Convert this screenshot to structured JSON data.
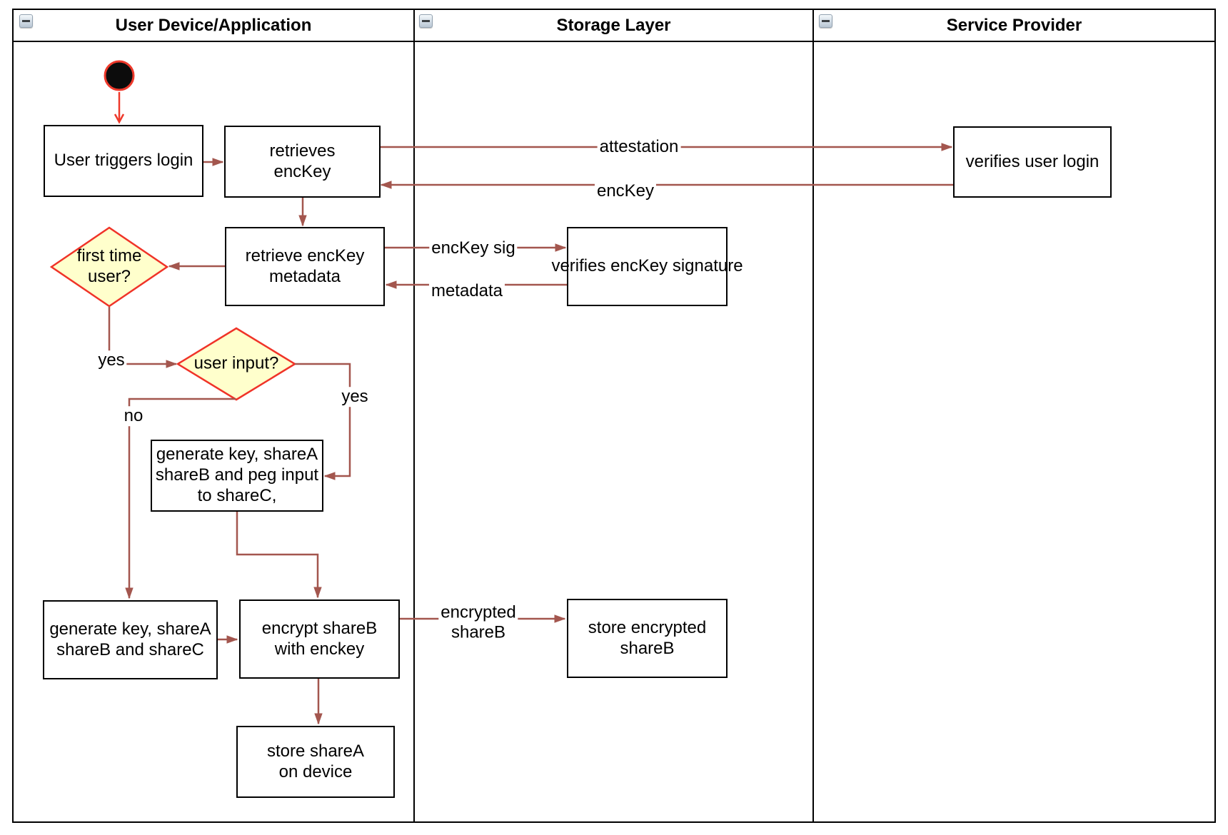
{
  "colors": {
    "connector": "#a3564e",
    "start_accent": "#ee392b",
    "decision_fill": "#ffffcc",
    "decision_border": "#f03328",
    "node_border": "#000000",
    "node_fill": "#ffffff"
  },
  "icons": {
    "lane_collapse": "minus-icon"
  },
  "lanes": [
    {
      "title": "User Device/Application"
    },
    {
      "title": "Storage Layer"
    },
    {
      "title": "Service Provider"
    }
  ],
  "nodes": {
    "user_triggers_login": {
      "label": "User triggers login"
    },
    "retrieves_enckey": {
      "label": "retrieves\nencKey"
    },
    "verifies_user_login": {
      "label": "verifies user login"
    },
    "retrieve_enckey_metadata": {
      "label": "retrieve encKey\nmetadata"
    },
    "verifies_enckey_signature": {
      "label": "verifies encKey signature"
    },
    "first_time_user": {
      "label": "first time\nuser?"
    },
    "user_input": {
      "label": "user input?"
    },
    "generate_key_peg_input": {
      "label": "generate key, shareA\nshareB and peg input\nto shareC,"
    },
    "generate_key_sharec": {
      "label": "generate key, shareA\nshareB and shareC"
    },
    "encrypt_shareb": {
      "label": "encrypt shareB\nwith enckey"
    },
    "store_encrypted_shareb": {
      "label": "store encrypted\nshareB"
    },
    "store_sharea": {
      "label": "store shareA\non device"
    }
  },
  "edge_labels": {
    "attestation": "attestation",
    "enckey": "encKey",
    "enckey_sig": "encKey sig",
    "metadata": "metadata",
    "encrypted_shareb": "encrypted\nshareB",
    "first_time_yes": "yes",
    "user_input_yes": "yes",
    "user_input_no": "no"
  }
}
